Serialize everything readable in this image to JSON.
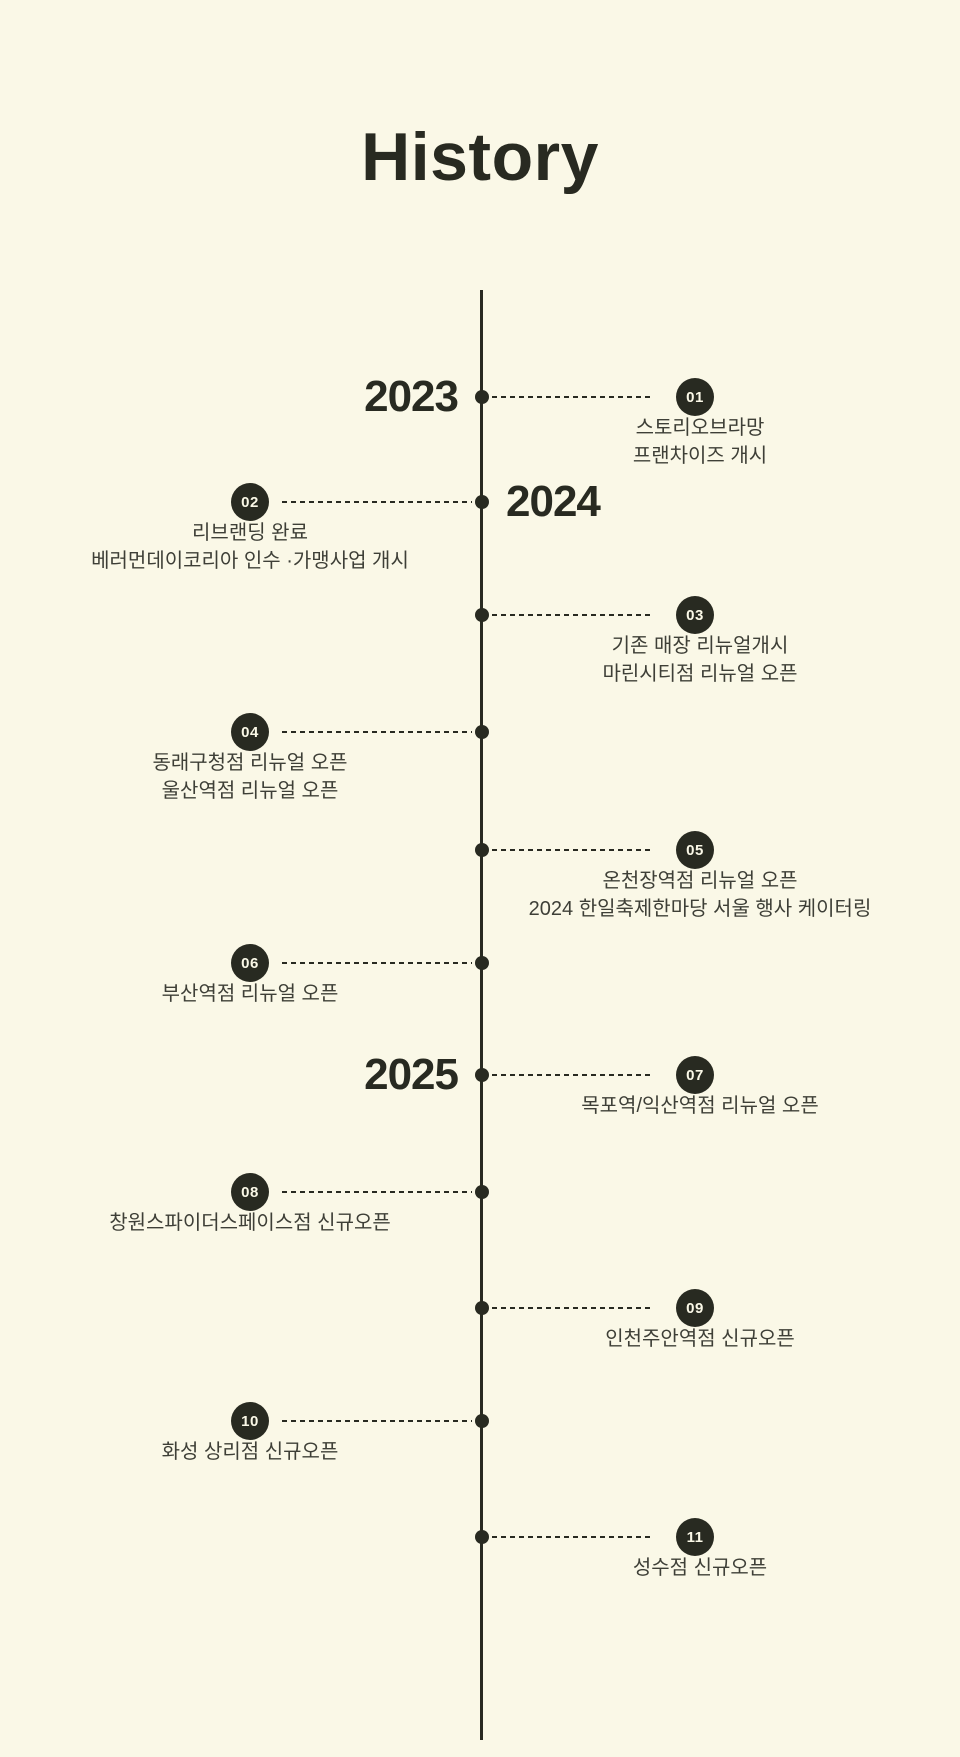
{
  "page": {
    "title": "History",
    "background_color": "#faf8e7",
    "accent_color": "#282a21",
    "text_color": "#3e3f37"
  },
  "timeline": {
    "entries": [
      {
        "num": "01",
        "side": "right",
        "year": "2023",
        "lines": [
          "스토리오브라망",
          "프랜차이즈 개시"
        ]
      },
      {
        "num": "02",
        "side": "left",
        "year": "2024",
        "lines": [
          "리브랜딩 완료",
          "베러먼데이코리아 인수 ·가맹사업 개시"
        ]
      },
      {
        "num": "03",
        "side": "right",
        "lines": [
          "기존 매장 리뉴얼개시",
          "마린시티점 리뉴얼 오픈"
        ]
      },
      {
        "num": "04",
        "side": "left",
        "lines": [
          "동래구청점 리뉴얼 오픈",
          "울산역점 리뉴얼 오픈"
        ]
      },
      {
        "num": "05",
        "side": "right",
        "lines": [
          "온천장역점 리뉴얼 오픈",
          "2024 한일축제한마당 서울 행사 케이터링"
        ]
      },
      {
        "num": "06",
        "side": "left",
        "lines": [
          "부산역점 리뉴얼 오픈"
        ]
      },
      {
        "num": "07",
        "side": "right",
        "year": "2025",
        "lines": [
          "목포역/익산역점 리뉴얼 오픈"
        ]
      },
      {
        "num": "08",
        "side": "left",
        "lines": [
          "창원스파이더스페이스점 신규오픈"
        ]
      },
      {
        "num": "09",
        "side": "right",
        "lines": [
          "인천주안역점 신규오픈"
        ]
      },
      {
        "num": "10",
        "side": "left",
        "lines": [
          "화성 상리점 신규오픈"
        ]
      },
      {
        "num": "11",
        "side": "right",
        "lines": [
          "성수점 신규오픈"
        ]
      }
    ]
  }
}
